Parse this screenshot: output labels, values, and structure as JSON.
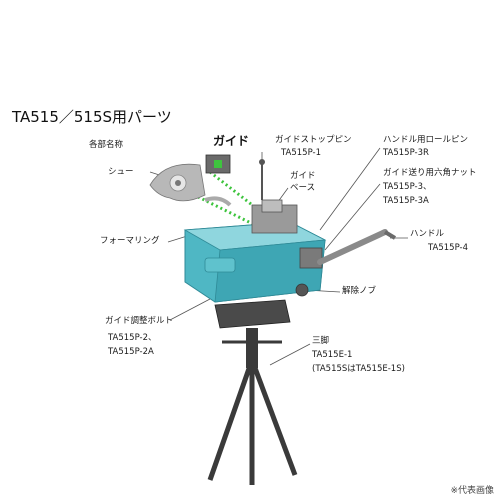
{
  "title": "TA515／515S用パーツ",
  "section_header": "各部名称",
  "guide_label": "ガイド",
  "labels": {
    "shoe": "シュー",
    "forming_ring": "フォーマリング",
    "guide_stopper_pin": "ガイドストップピン",
    "guide_stopper_pin_code": "TA515P-1",
    "guide_base_1": "ガイド",
    "guide_base_2": "ベース",
    "handle_roll_pin": "ハンドル用ロールピン",
    "handle_roll_pin_code": "TA515P-3R",
    "guide_feed_nut": "ガイド送り用六角ナット",
    "guide_feed_nut_code1": "TA515P-3、",
    "guide_feed_nut_code2": "TA515P-3A",
    "handle": "ハンドル",
    "handle_code": "TA515P-4",
    "release_knob": "解除ノブ",
    "guide_adjust_bolt": "ガイド調整ボルト",
    "guide_adjust_bolt_code1": "TA515P-2、",
    "guide_adjust_bolt_code2": "TA515P-2A",
    "tripod": "三脚",
    "tripod_code": "TA515E-1",
    "tripod_note": "(TA515SはTA515E-1S)"
  },
  "footnote": "※代表画像",
  "colors": {
    "body": "#4fb7c4",
    "body_dark": "#2f8a97",
    "body_light": "#8fd6de",
    "metal": "#9a9a9a",
    "tripod": "#3a3a3a",
    "dotted": "#3ec43e",
    "leader": "#555555"
  },
  "icons": [
    "shoe-part-icon",
    "guide-part-icon",
    "tube-bender-icon",
    "tripod-icon",
    "handle-crank-icon"
  ]
}
